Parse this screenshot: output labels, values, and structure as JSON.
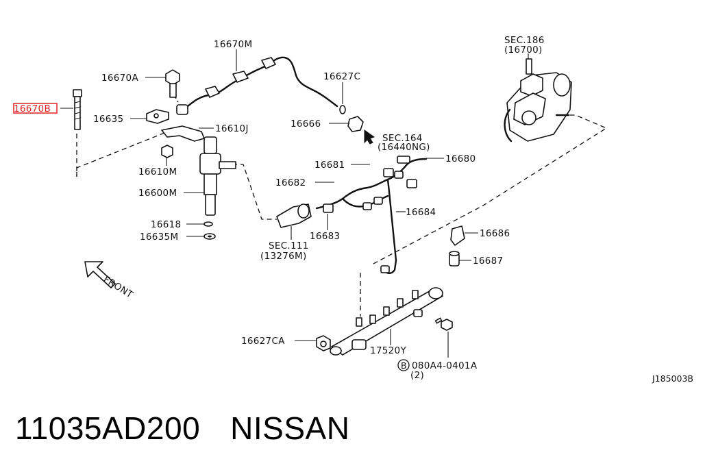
{
  "diagram": {
    "labels": {
      "p16670M": "16670M",
      "p16670A": "16670A",
      "p16670B": "16670B",
      "p16635": "16635",
      "p16610J": "16610J",
      "p16610M": "16610M",
      "p16600M": "16600M",
      "p16618": "16618",
      "p16635M": "16635M",
      "p16627C": "16627C",
      "p16666": "16666",
      "sec164": "SEC.164",
      "sec164sub": "(16440NG)",
      "p16681": "16681",
      "p16680": "16680",
      "p16682": "16682",
      "p16684": "16684",
      "p16683": "16683",
      "sec111": "SEC.111",
      "sec111sub": "(13276M)",
      "sec186": "SEC.186",
      "sec186sub": "(16700)",
      "p16686": "16686",
      "p16687": "16687",
      "p16627CA": "16627CA",
      "p17520Y": "17520Y",
      "bolt": "080A4-0401A",
      "boltQty": "(2)",
      "boltPrefix": "B",
      "front": "FRONT",
      "code": "J185003B"
    },
    "highlight_color": "#e02020"
  },
  "footer": {
    "part_number": "11035AD200",
    "brand": "NISSAN"
  }
}
